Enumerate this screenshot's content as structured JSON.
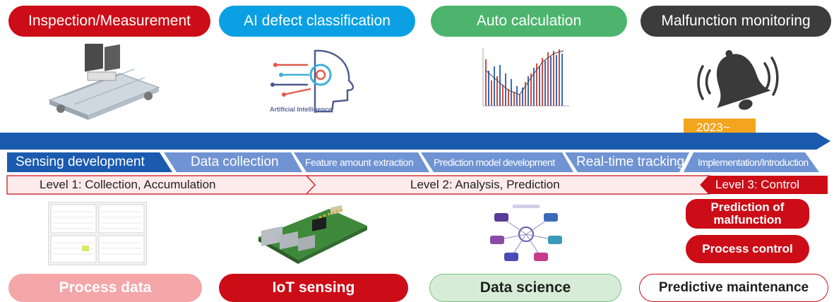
{
  "top_categories": [
    {
      "label": "Inspection/Measurement"
    },
    {
      "label": "AI defect classification"
    },
    {
      "label": "Auto calculation"
    },
    {
      "label": "Malfunction monitoring"
    }
  ],
  "illustrations": {
    "ai_caption": "Artificial Intelligence"
  },
  "timeline": {
    "year_label": "2023~",
    "stages": [
      {
        "label": "Sensing development"
      },
      {
        "label": "Data collection"
      },
      {
        "label": "Feature amount extraction"
      },
      {
        "label": "Prediction model development"
      },
      {
        "label": "Real-time tracking"
      },
      {
        "label": "Implementation/Introduction"
      }
    ],
    "levels": [
      {
        "label": "Level 1: Collection, Accumulation"
      },
      {
        "label": "Level 2: Analysis, Prediction"
      },
      {
        "label": "Level 3: Control"
      }
    ]
  },
  "level3_items": [
    {
      "label": "Prediction of malfunction"
    },
    {
      "label": "Process control"
    }
  ],
  "bottom_categories": [
    {
      "label": "Process data"
    },
    {
      "label": "IoT sensing"
    },
    {
      "label": "Data science"
    },
    {
      "label": "Predictive maintenance"
    }
  ],
  "colors": {
    "red": "#cc0c17",
    "blue": "#0aa0e3",
    "green": "#4cb46c",
    "dark": "#3c3c3c",
    "timeline_blue": "#1a5bb0",
    "stage_blue": "#6f93d3",
    "pink": "#f4a6a9",
    "light_green": "#d6ecd6",
    "gold": "#f2a51d"
  }
}
